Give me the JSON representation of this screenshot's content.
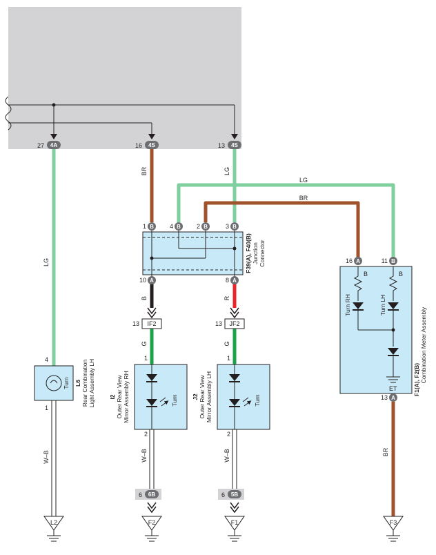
{
  "colors": {
    "lg_wire": "#7fcf9f",
    "br_wire": "#a0522d",
    "b_wire": "#231f20",
    "r_wire": "#e8262c",
    "g_wire": "#1aa34a",
    "component_fill": "#c8e9f7",
    "ecu_fill": "#d3d3d5",
    "connector_fill": "#6d6e71"
  },
  "connectors": {
    "c_4a": "4A",
    "c_4s_left": "4S",
    "c_4s_right": "4S",
    "c_b": "B",
    "c_a": "A",
    "c_6b": "6B",
    "c_5b": "5B",
    "if2": "IF2",
    "jf2": "JF2"
  },
  "pins": {
    "p27": "27",
    "p16": "16",
    "p13": "13",
    "j1": "1",
    "j4": "4",
    "j2": "2",
    "j3": "3",
    "j10": "10",
    "j8": "8",
    "if13": "13",
    "jf13": "13",
    "m_in_r": "1",
    "m_in_l": "1",
    "m_out_r": "2",
    "m_out_l": "2",
    "l6_top": "4",
    "l6_bot": "1",
    "c6": "6",
    "c6b": "6",
    "cm16": "16",
    "cm11": "11",
    "cm13": "13"
  },
  "wires": {
    "lg_main": "LG",
    "br_top": "BR",
    "lg_top": "LG",
    "lg_loop": "LG",
    "br_loop": "BR",
    "b": "B",
    "r": "R",
    "g1": "G",
    "g2": "G",
    "wb1": "W–B",
    "wb2": "W–B",
    "wb3": "W–B",
    "br_bot": "BR",
    "b_m1": "B",
    "b_m2": "B"
  },
  "components": {
    "junction": {
      "code": "F39(A), F40(B)",
      "name1": "Junction",
      "name2": "Connector"
    },
    "l6": {
      "code": "L6",
      "name1": "Rear Combination",
      "name2": "Light Assembly LH",
      "inner": "Turn"
    },
    "i2": {
      "code": "I2",
      "name1": "Outer Rear View",
      "name2": "Mirror Assembly RH",
      "inner": "Turn"
    },
    "j2": {
      "code": "J2",
      "name1": "Outer Rear View",
      "name2": "Mirror Assembly LH",
      "inner": "Turn"
    },
    "meter": {
      "code": "F1(A), F2(B)",
      "name1": "Combination Meter Assembly",
      "turn_rh": "Turn RH",
      "turn_lh": "Turn LH",
      "et": "ET"
    }
  },
  "grounds": {
    "g1": "L2",
    "g2": "F2",
    "g3": "F1",
    "g4": "F3"
  }
}
